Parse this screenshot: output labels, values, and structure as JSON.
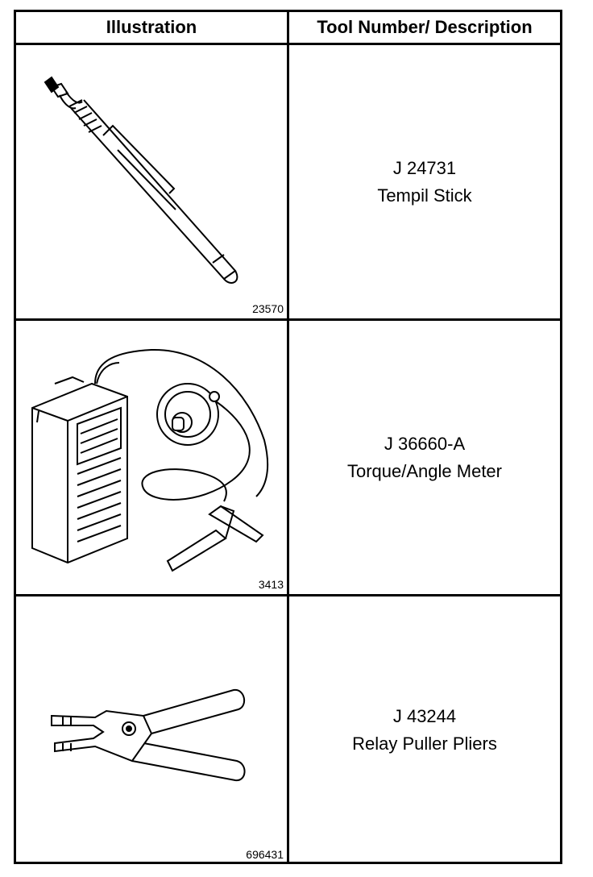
{
  "headers": {
    "illustration": "Illustration",
    "tool": "Tool Number/ Description"
  },
  "rows": [
    {
      "figure_no": "23570",
      "tool_number": "J 24731",
      "description": "Tempil Stick",
      "icon": "tempil-stick-icon"
    },
    {
      "figure_no": "3413",
      "tool_number": "J 36660-A",
      "description": "Torque/Angle Meter",
      "icon": "torque-angle-meter-icon"
    },
    {
      "figure_no": "696431",
      "tool_number": "J 43244",
      "description": "Relay Puller Pliers",
      "icon": "relay-puller-pliers-icon"
    }
  ]
}
